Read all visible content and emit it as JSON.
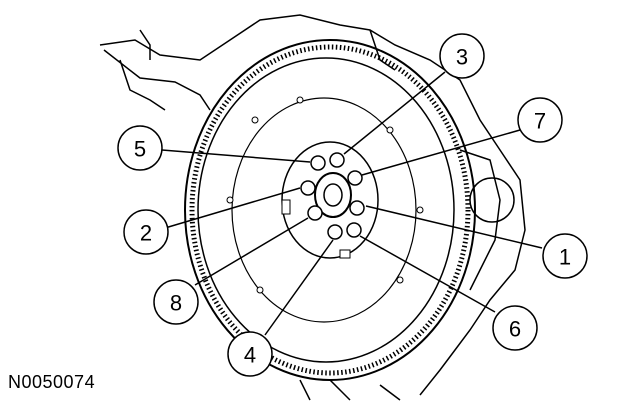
{
  "figure_id": "N0050074",
  "callouts": [
    {
      "label": "1"
    },
    {
      "label": "2"
    },
    {
      "label": "3"
    },
    {
      "label": "4"
    },
    {
      "label": "5"
    },
    {
      "label": "6"
    },
    {
      "label": "7"
    },
    {
      "label": "8"
    }
  ],
  "colors": {
    "line": "#000000",
    "background": "#ffffff"
  }
}
